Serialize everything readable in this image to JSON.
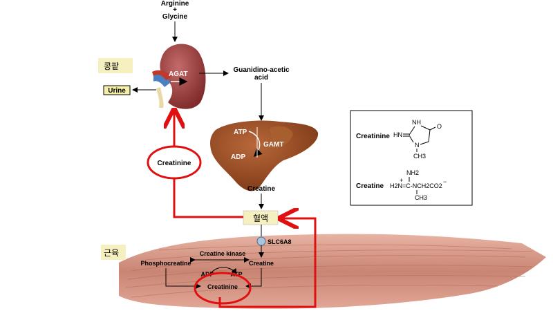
{
  "pathway": {
    "input_top_line1": "Arginine",
    "input_top_plus": "+",
    "input_top_line2": "Glycine",
    "kidney_label": "콩팥",
    "kidney_enzyme": "AGAT",
    "urine_label": "Urine",
    "intermediate_line1": "Guanidino-acetic",
    "intermediate_line2": "acid",
    "liver_atp": "ATP",
    "liver_adp": "ADP",
    "liver_enzyme": "GAMT",
    "liver_output": "Creatine",
    "blood_label": "혈액",
    "creatinine_circled": "Creatinine",
    "transporter": "SLC6A8",
    "muscle_label": "근육",
    "muscle_enzyme": "Creatine kinase",
    "muscle_phosphocreatine": "Phosphocreatine",
    "muscle_creatine": "Creatine",
    "muscle_adp": "ADP",
    "muscle_atp": "ATP",
    "muscle_creatinine": "Creatinine"
  },
  "structures": {
    "creatinine_name": "Creatinine",
    "creatinine_hn": "HN",
    "creatinine_nh": "NH",
    "creatinine_o": "O",
    "creatinine_n": "N",
    "creatinine_ch3": "CH3",
    "creatine_name": "Creatine",
    "creatine_nh2": "NH2",
    "creatine_plus": "+",
    "creatine_formula": "H2N=C-NCH2CO2",
    "creatine_charge": "−",
    "creatine_ch3": "CH3"
  },
  "colors": {
    "highlight_red": "#e01010",
    "kidney": "#9c3a3a",
    "liver": "#9b4a22",
    "muscle": "#d99a88",
    "urine_box": "#f5f0a8"
  }
}
